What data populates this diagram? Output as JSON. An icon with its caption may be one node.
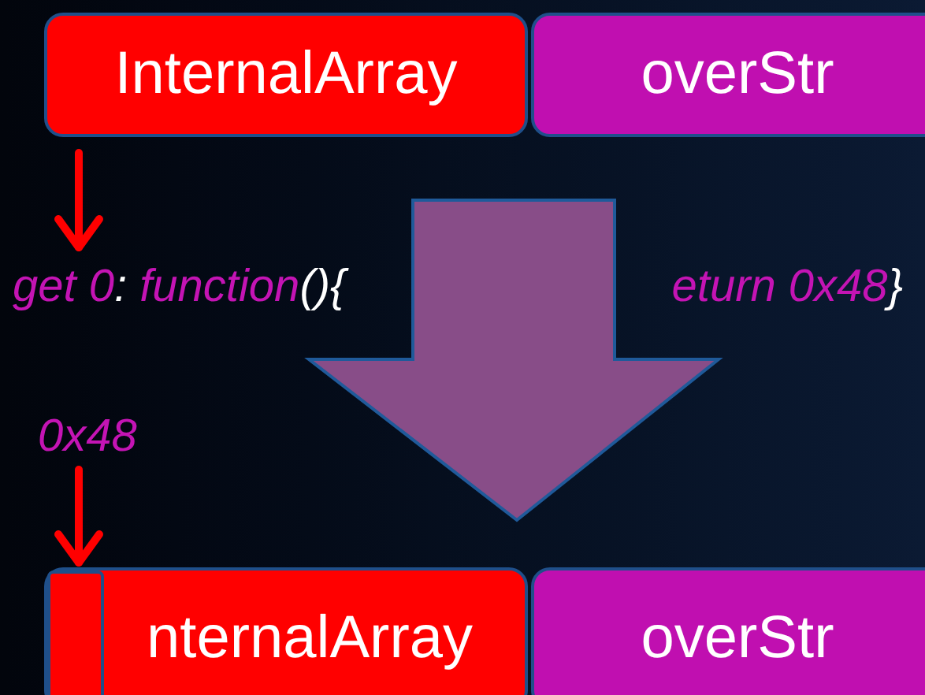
{
  "diagram": {
    "nodes": [
      {
        "text": [
          "InternalArray"
        ]
      },
      {
        "text": [
          "overStr"
        ]
      },
      {
        "text": [
          "get 0: function(){",
          "eturn 0x48}"
        ]
      },
      {
        "text": [
          "0x48"
        ]
      },
      {
        "text": [
          "nternalArray"
        ]
      },
      {
        "text": [],
        "shape": "box",
        "in": 4
      },
      {
        "text": [
          "overStr"
        ]
      }
    ],
    "edges": [
      {
        "from": 0,
        "to": 2,
        "arrow": "to"
      },
      {
        "from": 3,
        "to": 5,
        "arrow": "to"
      }
    ]
  }
}
